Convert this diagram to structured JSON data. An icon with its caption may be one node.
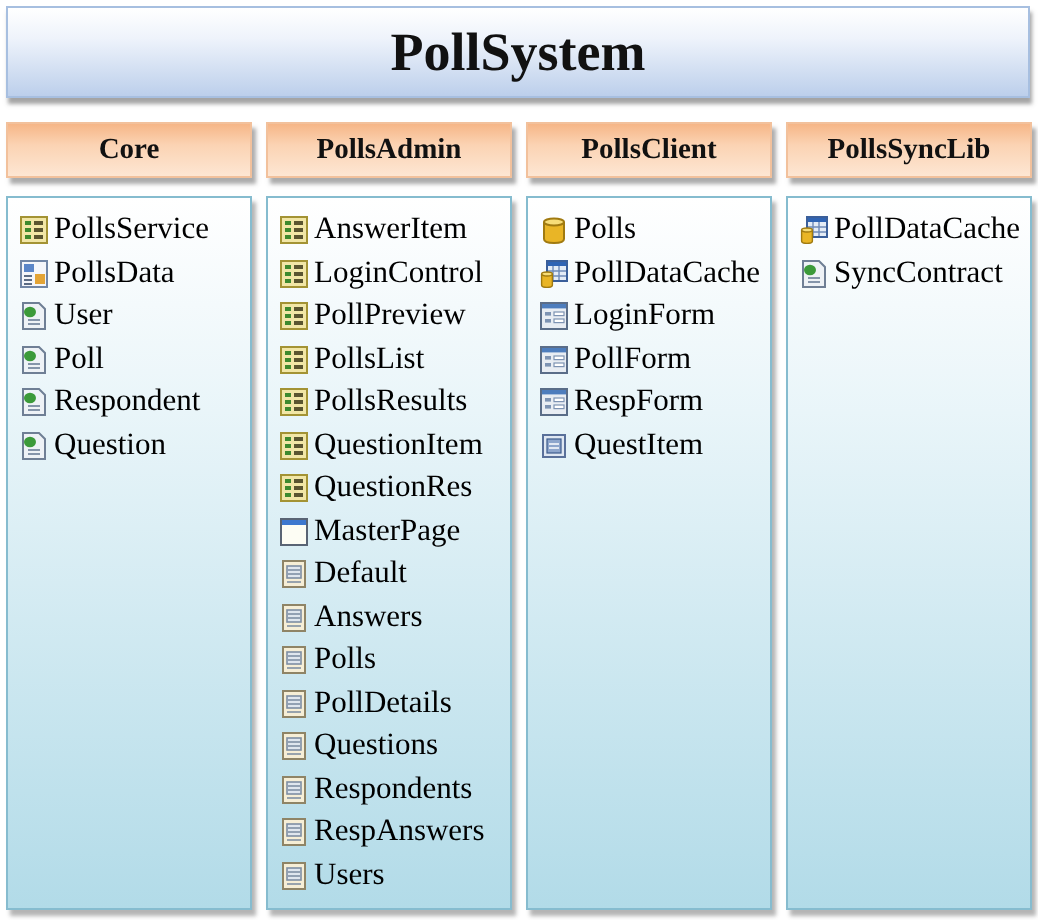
{
  "diagram": {
    "nodes": [
      {
        "text": [
          "PollSystem"
        ]
      },
      {
        "text": [
          "Core"
        ]
      },
      {
        "text": [
          "PollsAdmin"
        ]
      },
      {
        "text": [
          "PollsClient"
        ]
      },
      {
        "text": [
          "PollsSyncLib"
        ]
      },
      {
        "text": [
          "PollsService",
          "PollsData",
          "User",
          "Poll",
          "Respondent",
          "Question"
        ]
      },
      {
        "text": [
          "AnswerItem",
          "LoginControl",
          "PollPreview",
          "PollsList",
          "PollsResults",
          "QuestionItem",
          "QuestionRes",
          "MasterPage",
          "Default",
          "Answers",
          "Polls",
          "PollDetails",
          "Questions",
          "Respondents",
          "RespAnswers",
          "Users"
        ]
      },
      {
        "text": [
          "Polls",
          "PollDataCache",
          "LoginForm",
          "PollForm",
          "RespForm",
          "QuestItem"
        ]
      },
      {
        "text": [
          "PollDataCache",
          "SyncContract"
        ]
      }
    ]
  }
}
